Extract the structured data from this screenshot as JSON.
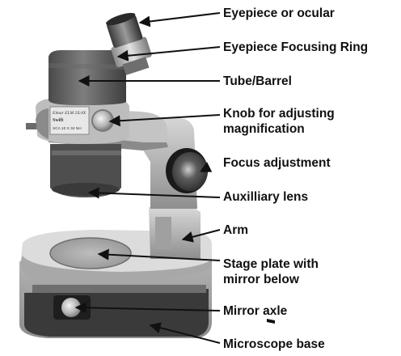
{
  "labels": {
    "eyepiece": "Eyepiece or ocular",
    "focusing_ring": "Eyepiece Focusing Ring",
    "tube": "Tube/Barrel",
    "knob_line1": "Knob for adjusting",
    "knob_line2": "magnification",
    "focus": "Focus adjustment",
    "aux_lens": "Auxilliary lens",
    "arm": "Arm",
    "stage_line1": "Stage plate with",
    "stage_line2": "mirror below",
    "mirror_axle": "Mirror axle",
    "base": "Microscope base"
  },
  "nameplate": {
    "line1": "Elmar ELM 2X/4X",
    "line2": "Swift",
    "line3": "SCA 10 X 34 NH"
  },
  "colors": {
    "text": "#111111",
    "arrow": "#111111",
    "metal_dark": "#5a5a5a",
    "metal_mid": "#9a9a9a",
    "metal_light": "#d6d6d6",
    "base_dark": "#2c2c2c"
  }
}
